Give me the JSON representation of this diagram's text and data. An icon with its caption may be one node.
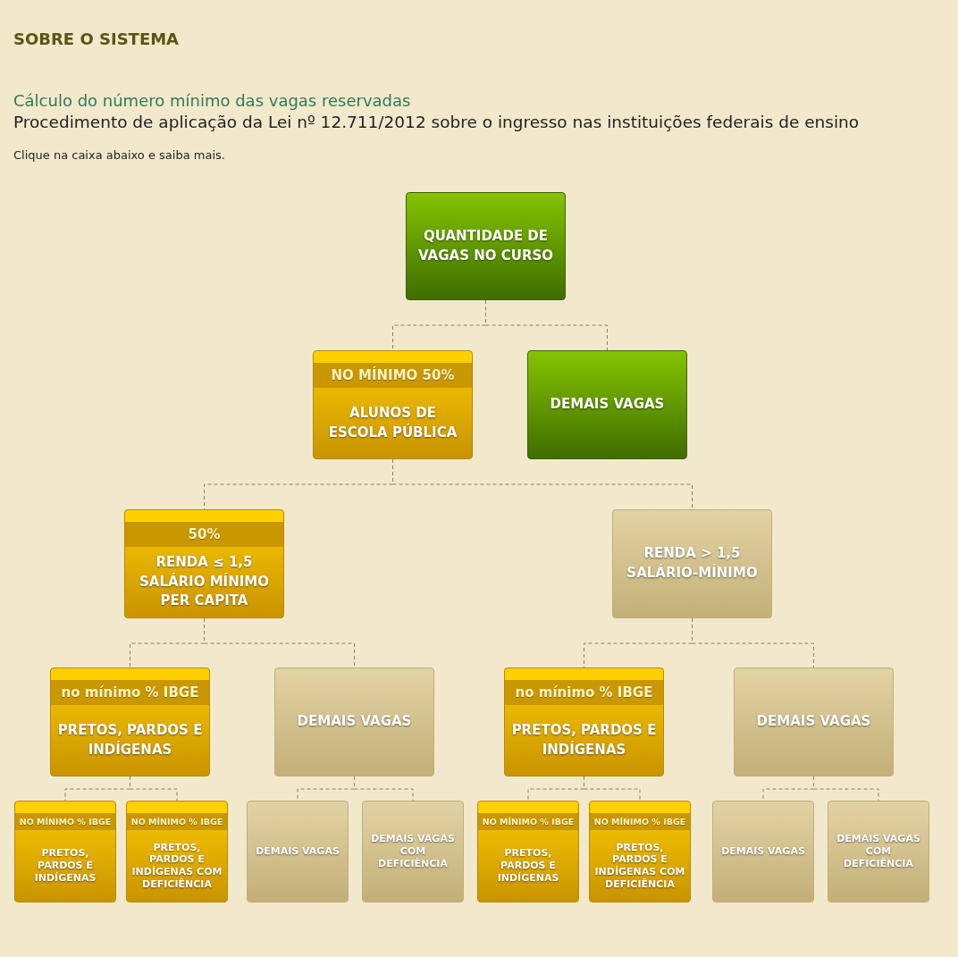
{
  "diagram": {
    "title": "SOBRE O SISTEMA",
    "nodes": [
      {
        "text": [
          "QUANTIDADE DE VAGAS NO CURSO"
        ]
      },
      {
        "text": [
          "NO MÍNIMO 50%",
          "ALUNOS DE ESCOLA PÚBLICA"
        ]
      },
      {
        "text": [
          "DEMAIS VAGAS"
        ]
      },
      {
        "text": [
          "50%",
          "RENDA ≤ 1,5 SALÁRIO MÍNIMO PER CAPITA"
        ]
      },
      {
        "text": [
          "RENDA > 1,5 SALÁRIO-MÍNIMO"
        ]
      },
      {
        "text": [
          "no mínimo % IBGE",
          "PRETOS, PARDOS E INDÍGENAS"
        ]
      },
      {
        "text": [
          "DEMAIS VAGAS"
        ]
      },
      {
        "text": [
          "no mínimo % IBGE",
          "PRETOS, PARDOS E INDÍGENAS"
        ]
      },
      {
        "text": [
          "DEMAIS VAGAS"
        ]
      },
      {
        "text": [
          "NO MÍNIMO % IBGE",
          "PRETOS, PARDOS E INDÍGENAS"
        ]
      },
      {
        "text": [
          "NO MÍNIMO % IBGE",
          "PRETOS, PARDOS E INDÍGENAS COM DEFICIÊNCIA"
        ]
      },
      {
        "text": [
          "DEMAIS VAGAS"
        ]
      },
      {
        "text": [
          "DEMAIS VAGAS COM DEFICIÊNCIA"
        ]
      },
      {
        "text": [
          "NO MÍNIMO % IBGE",
          "PRETOS, PARDOS E INDÍGENAS"
        ]
      },
      {
        "text": [
          "NO MÍNIMO % IBGE",
          "PRETOS, PARDOS E INDÍGENAS COM DEFICIÊNCIA"
        ]
      },
      {
        "text": [
          "DEMAIS VAGAS"
        ]
      },
      {
        "text": [
          "DEMAIS VAGAS COM DEFICIÊNCIA"
        ]
      }
    ],
    "edges": [
      {
        "from": 0,
        "to": 1,
        "arrow": "none",
        "style": "dashed"
      },
      {
        "from": 0,
        "to": 2,
        "arrow": "none",
        "style": "dashed"
      },
      {
        "from": 1,
        "to": 3,
        "arrow": "none",
        "style": "dashed"
      },
      {
        "from": 1,
        "to": 4,
        "arrow": "none",
        "style": "dashed"
      },
      {
        "from": 3,
        "to": 5,
        "arrow": "none",
        "style": "dashed"
      },
      {
        "from": 3,
        "to": 6,
        "arrow": "none",
        "style": "dashed"
      },
      {
        "from": 4,
        "to": 7,
        "arrow": "none",
        "style": "dashed"
      },
      {
        "from": 4,
        "to": 8,
        "arrow": "none",
        "style": "dashed"
      },
      {
        "from": 5,
        "to": 9,
        "arrow": "none",
        "style": "dashed"
      },
      {
        "from": 5,
        "to": 10,
        "arrow": "none",
        "style": "dashed"
      },
      {
        "from": 6,
        "to": 11,
        "arrow": "none",
        "style": "dashed"
      },
      {
        "from": 6,
        "to": 12,
        "arrow": "none",
        "style": "dashed"
      },
      {
        "from": 7,
        "to": 13,
        "arrow": "none",
        "style": "dashed"
      },
      {
        "from": 7,
        "to": 14,
        "arrow": "none",
        "style": "dashed"
      },
      {
        "from": 8,
        "to": 15,
        "arrow": "none",
        "style": "dashed"
      },
      {
        "from": 8,
        "to": 16,
        "arrow": "none",
        "style": "dashed"
      }
    ],
    "labels": [
      "Cálculo do número mínimo das vagas reservadas",
      "Procedimento de aplicação da Lei nº 12.711/2012 sobre o ingresso nas instituições federais de ensino",
      "Clique na caixa abaixo e saiba mais."
    ]
  }
}
